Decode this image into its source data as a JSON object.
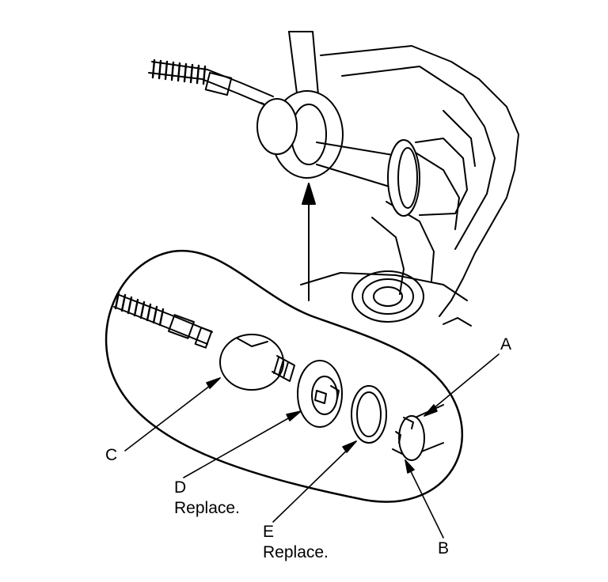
{
  "labels": {
    "a": "A",
    "b": "B",
    "c": "C",
    "d": "D",
    "d_note": "Replace.",
    "e": "E",
    "e_note": "Replace."
  }
}
